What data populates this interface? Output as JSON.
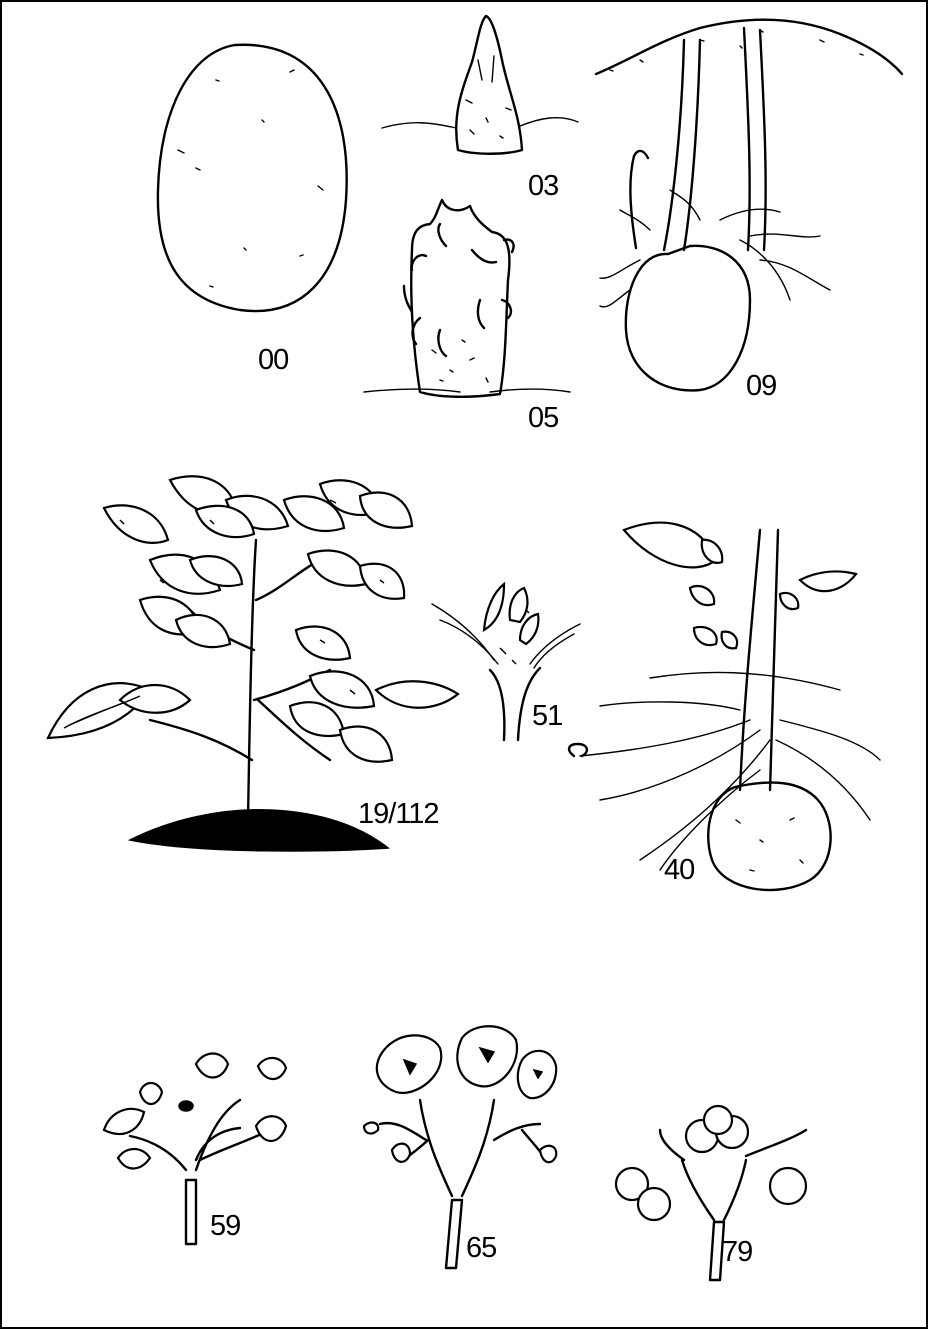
{
  "stages": [
    {
      "code": "00",
      "icon": "dormant-tuber-icon"
    },
    {
      "code": "03",
      "icon": "sprouting-tuber-icon"
    },
    {
      "code": "05",
      "icon": "sprouting-tuber-roots-icon"
    },
    {
      "code": "09",
      "icon": "emergence-tuber-icon"
    },
    {
      "code": "19/112",
      "icon": "leafy-plant-icon"
    },
    {
      "code": "51",
      "icon": "inflorescence-bud-icon"
    },
    {
      "code": "40",
      "icon": "tuber-formation-icon"
    },
    {
      "code": "59",
      "icon": "flower-buds-icon"
    },
    {
      "code": "65",
      "icon": "open-flowers-icon"
    },
    {
      "code": "79",
      "icon": "berries-icon"
    }
  ],
  "colors": {
    "ink": "#000000",
    "paper": "#ffffff"
  }
}
